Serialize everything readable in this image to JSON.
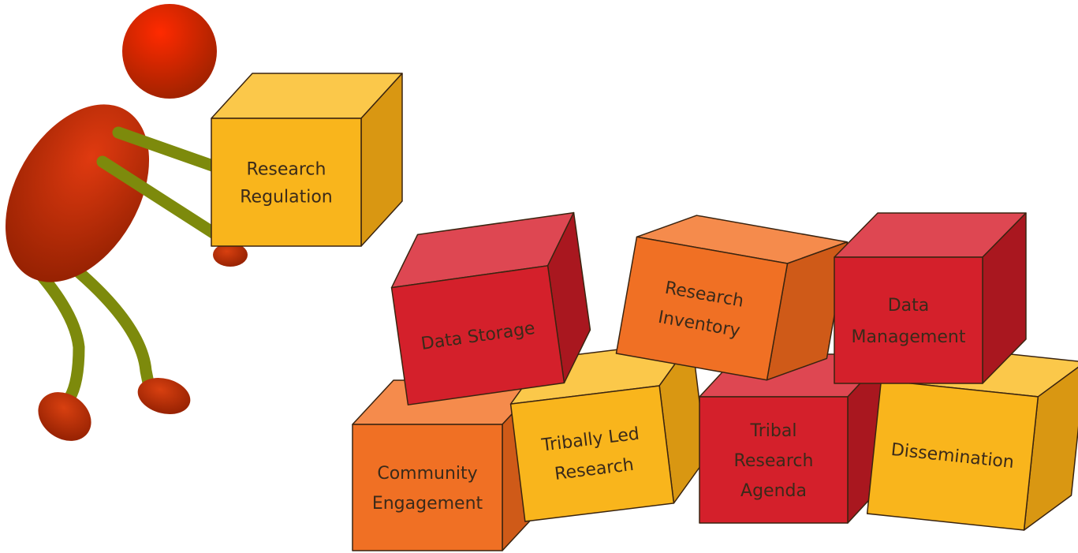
{
  "diagram": {
    "carried_block": {
      "id": "research-regulation",
      "lines": [
        "Research",
        "Regulation"
      ],
      "color": "yellow"
    },
    "blocks": [
      {
        "id": "community-engagement",
        "lines": [
          "Community",
          "Engagement"
        ],
        "color": "orange"
      },
      {
        "id": "tribally-led-research",
        "lines": [
          "Tribally Led",
          "Research"
        ],
        "color": "yellow"
      },
      {
        "id": "tribal-research-agenda",
        "lines": [
          "Tribal",
          "Research",
          "Agenda"
        ],
        "color": "red"
      },
      {
        "id": "dissemination",
        "lines": [
          "Dissemination"
        ],
        "color": "yellow"
      },
      {
        "id": "data-storage",
        "lines": [
          "Data Storage"
        ],
        "color": "red"
      },
      {
        "id": "research-inventory",
        "lines": [
          "Research",
          "Inventory"
        ],
        "color": "orange"
      },
      {
        "id": "data-management",
        "lines": [
          "Data",
          "Management"
        ],
        "color": "red"
      }
    ],
    "palette": {
      "yellow": {
        "front": "#f9b51c",
        "top": "#fbc84a",
        "side": "#d99712"
      },
      "orange": {
        "front": "#f07024",
        "top": "#f58b4c",
        "side": "#cf5a18"
      },
      "red": {
        "front": "#d4202b",
        "top": "#de4752",
        "side": "#a9171f"
      },
      "figure_body": "#c52a05",
      "figure_limb": "#7d8a0c"
    }
  }
}
